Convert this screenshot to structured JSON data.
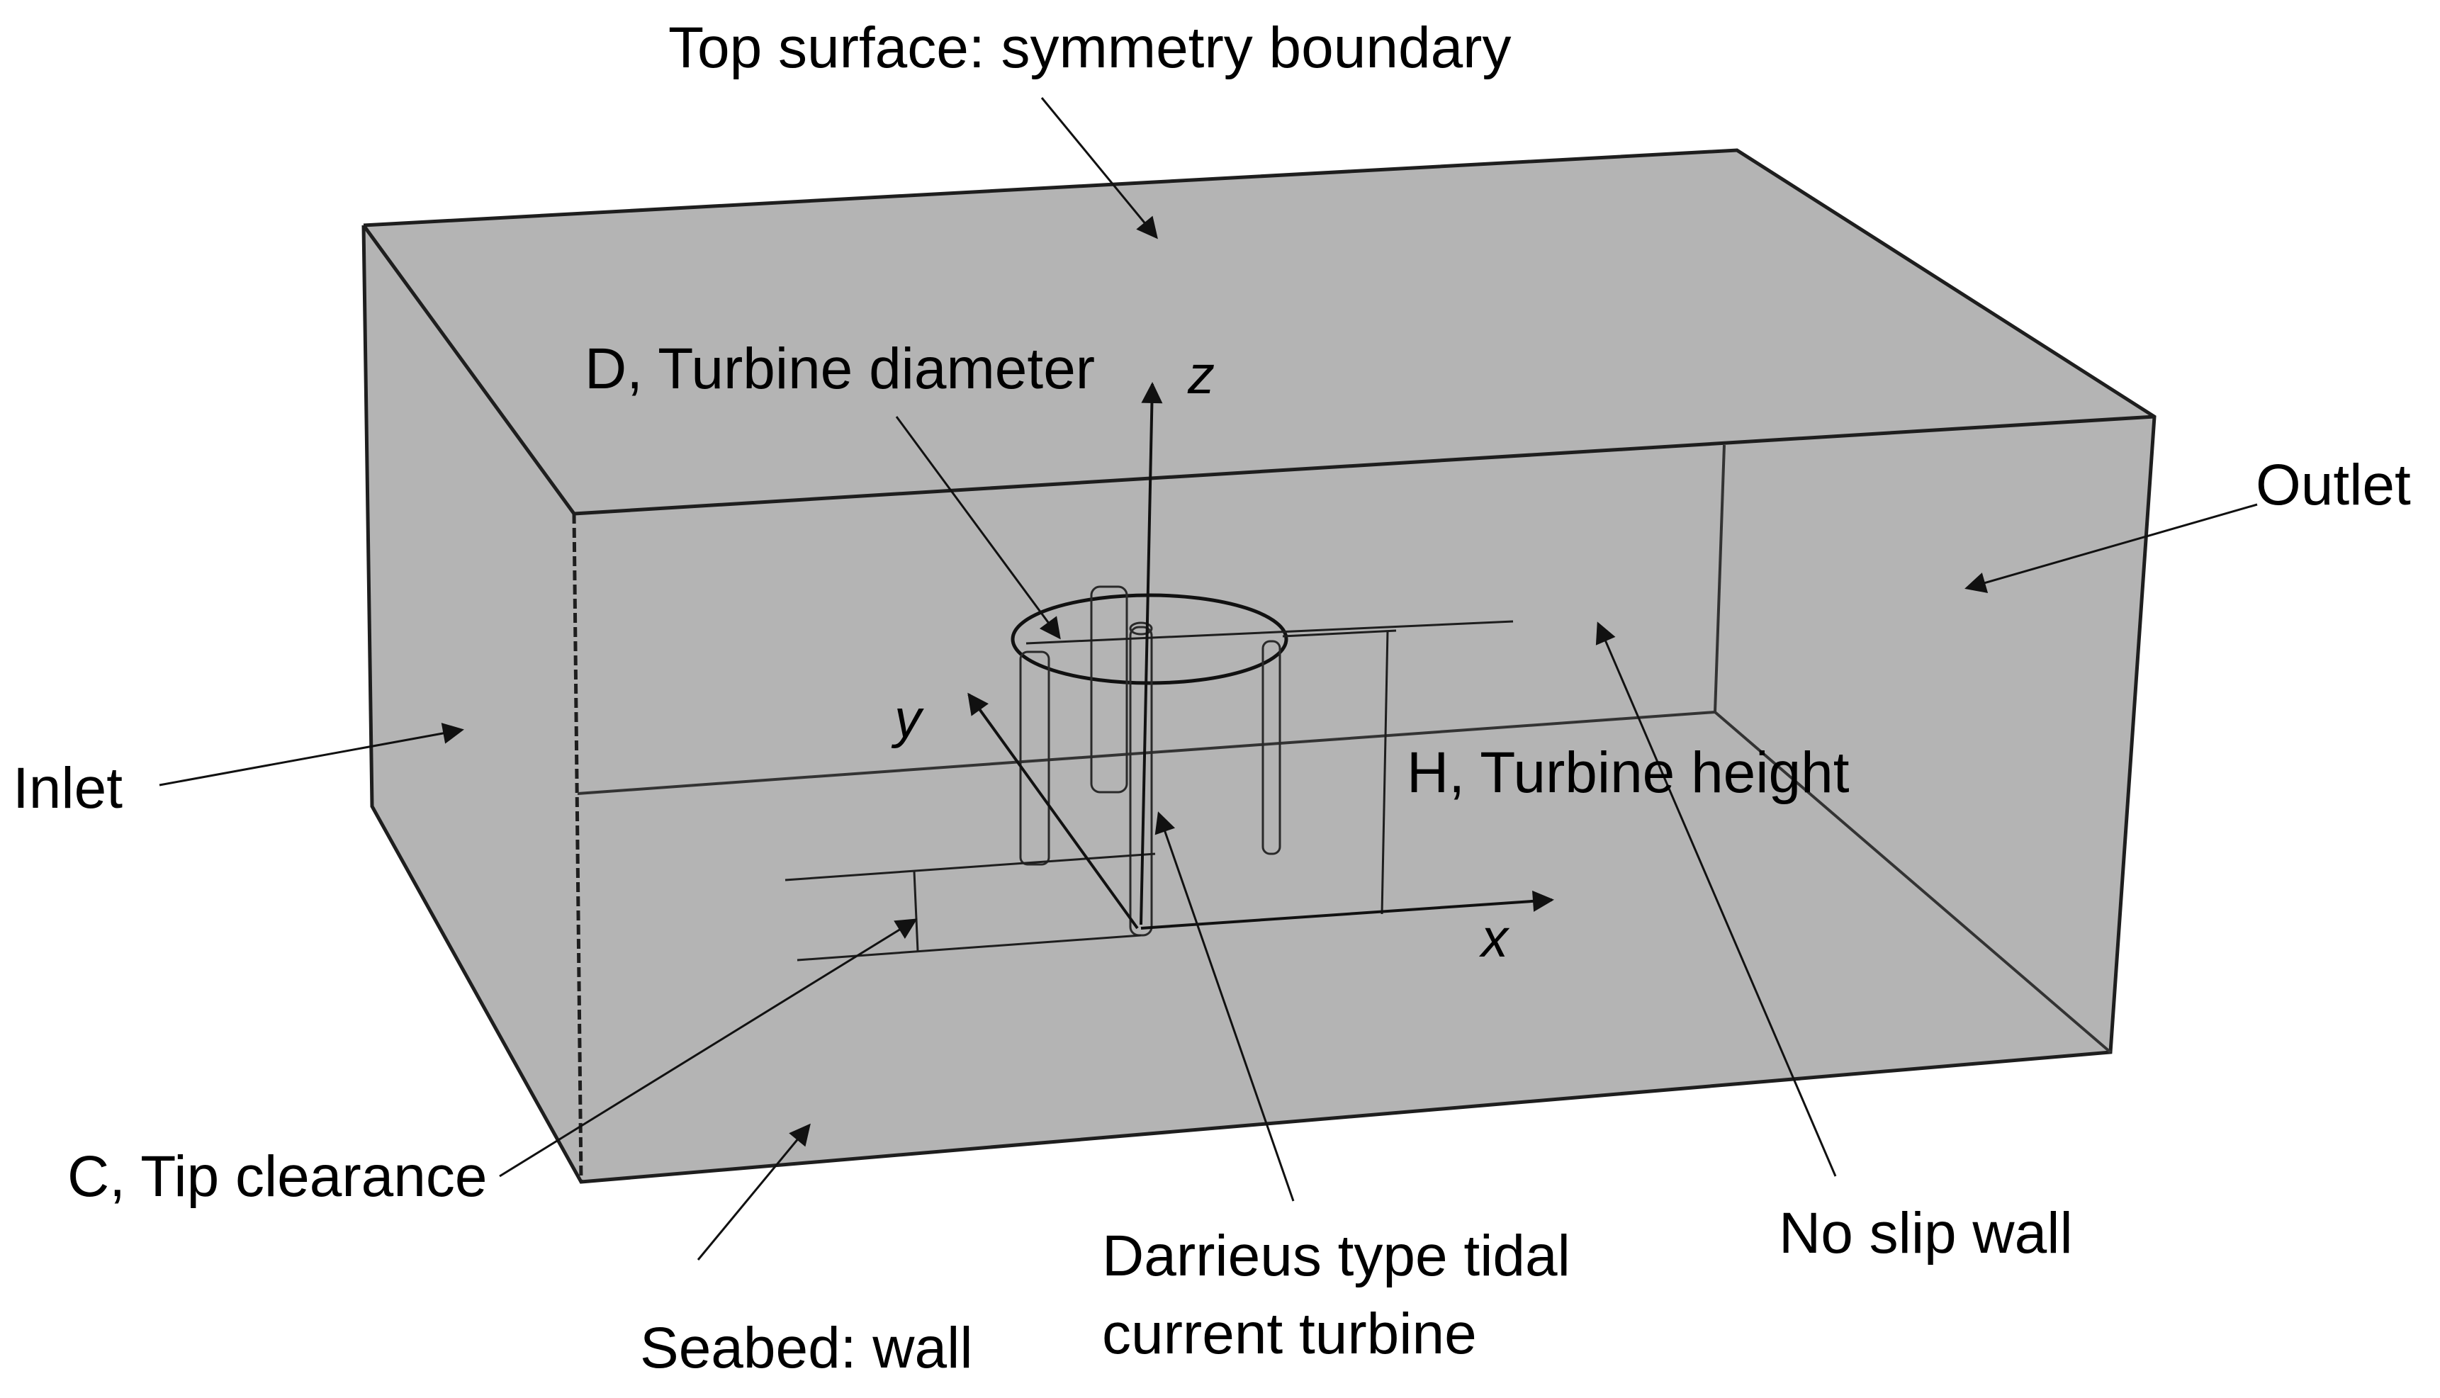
{
  "labels": {
    "top_surface": "Top surface: symmetry boundary",
    "turbine_diameter": "D, Turbine diameter",
    "outlet": "Outlet",
    "inlet": "Inlet",
    "turbine_height": "H, Turbine height",
    "tip_clearance": "C, Tip clearance",
    "seabed": "Seabed: wall",
    "turbine_type_line1": "Darrieus type tidal",
    "turbine_type_line2": "current turbine",
    "no_slip_wall": "No slip wall"
  },
  "axes": {
    "x": "x",
    "y": "y",
    "z": "z"
  },
  "colors": {
    "domain_fill": "#b4b4b4",
    "line": "#1e1e1e",
    "text": "#000000",
    "background": "#ffffff"
  }
}
